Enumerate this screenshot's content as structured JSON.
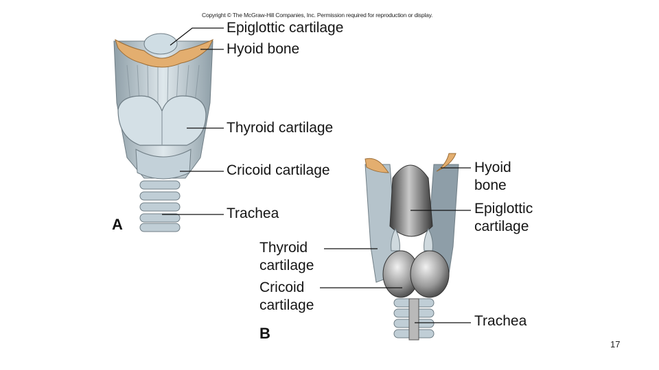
{
  "copyright": "Copyright © The McGraw-Hill Companies, Inc. Permission required for reproduction or display.",
  "figure_a": {
    "panel_label": "A",
    "labels": [
      "Epiglottic cartilage",
      "Hyoid bone",
      "Thyroid cartilage",
      "Cricoid cartilage",
      "Trachea"
    ]
  },
  "figure_b": {
    "panel_label": "B",
    "right_labels": [
      [
        "Hyoid",
        "bone"
      ],
      [
        "Epiglottic",
        "cartilage"
      ],
      [
        "Trachea"
      ]
    ],
    "left_labels": [
      [
        "Thyroid",
        "cartilage"
      ],
      [
        "Cricoid",
        "cartilage"
      ]
    ]
  },
  "page_number": "17",
  "colors": {
    "bone": "#e3ae6f",
    "cartilage": "#c6d4dc",
    "cartilage_shade": "#8e9ea8",
    "posterior_dark": "#5b5b5b"
  }
}
